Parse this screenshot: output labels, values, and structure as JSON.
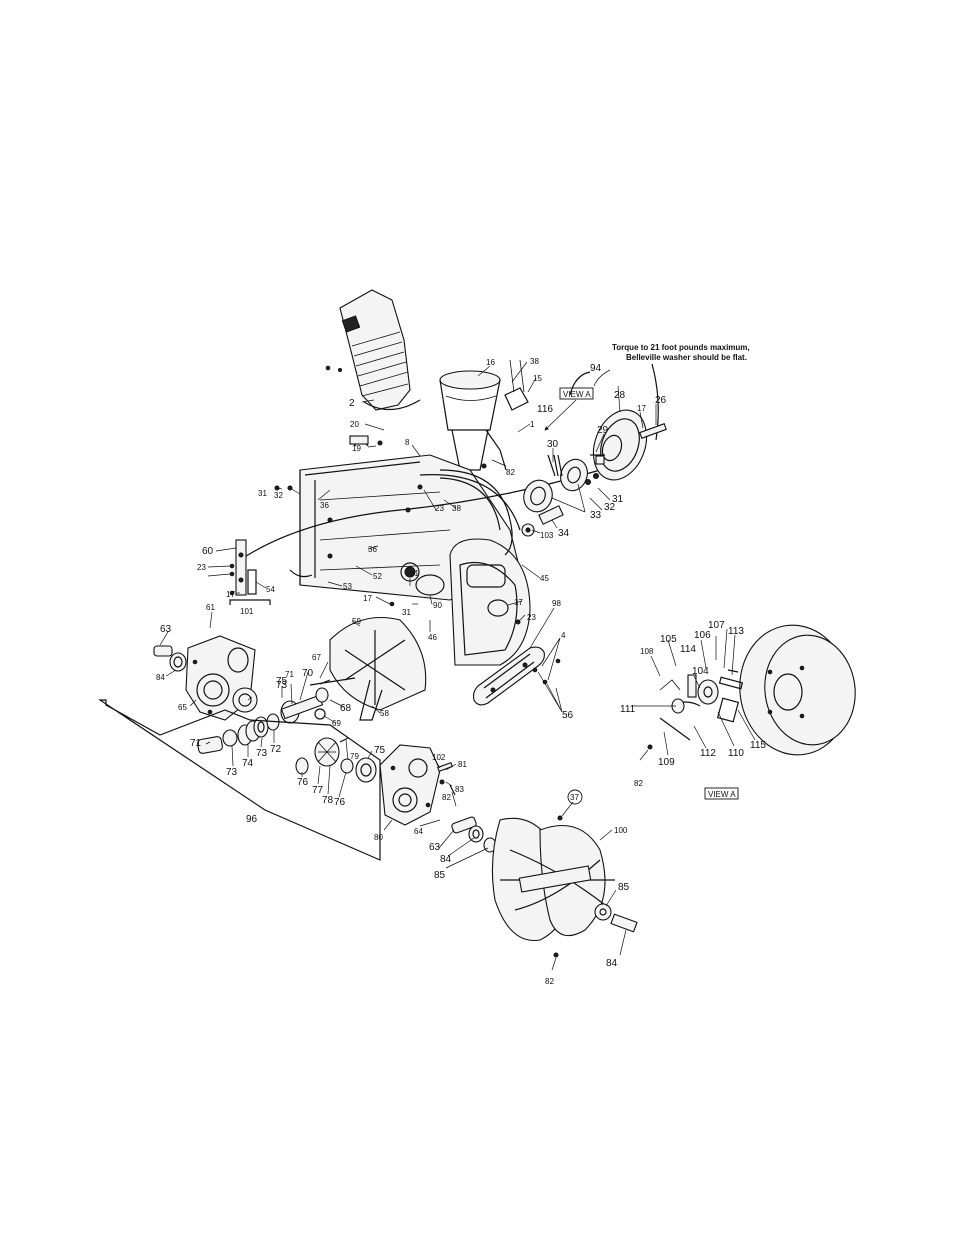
{
  "note": {
    "line1": "Torque to 21 foot pounds maximum,",
    "line2": "Belleville washer should be flat."
  },
  "view_label": "VIEW A",
  "labels": {
    "p1": "1",
    "p2": "2",
    "p4": "4",
    "p8": "8",
    "p15": "15",
    "p16": "16",
    "p17": "17",
    "p19": "19",
    "p20": "20",
    "p23": "23",
    "p26": "26",
    "p28": "28",
    "p29": "29",
    "p30": "30",
    "p31": "31",
    "p32": "32",
    "p33": "33",
    "p34": "34",
    "p36": "36",
    "p37": "37",
    "p38": "38",
    "p45": "45",
    "p46": "46",
    "p52": "52",
    "p53": "53",
    "p54": "54",
    "p56": "56",
    "p58": "58",
    "p59": "59",
    "p60": "60",
    "p61": "61",
    "p63": "63",
    "p64": "64",
    "p65": "65",
    "p67": "67",
    "p68": "68",
    "p69": "69",
    "p70": "70",
    "p71": "71",
    "p72": "72",
    "p73": "73",
    "p74": "74",
    "p75": "75",
    "p76": "76",
    "p77": "77",
    "p78": "78",
    "p79": "79",
    "p80": "80",
    "p81": "81",
    "p82": "82",
    "p83": "83",
    "p84": "84",
    "p85": "85",
    "p90": "90",
    "p91": "91",
    "p94": "94",
    "p96": "96",
    "p98": "98",
    "p100": "100",
    "p101": "101",
    "p102": "102",
    "p103": "103",
    "p104": "104",
    "p105": "105",
    "p106": "106",
    "p107": "107",
    "p108": "108",
    "p109": "109",
    "p110": "110",
    "p111": "111",
    "p112": "112",
    "p113": "113",
    "p114": "114",
    "p115": "115",
    "p116": "116"
  }
}
